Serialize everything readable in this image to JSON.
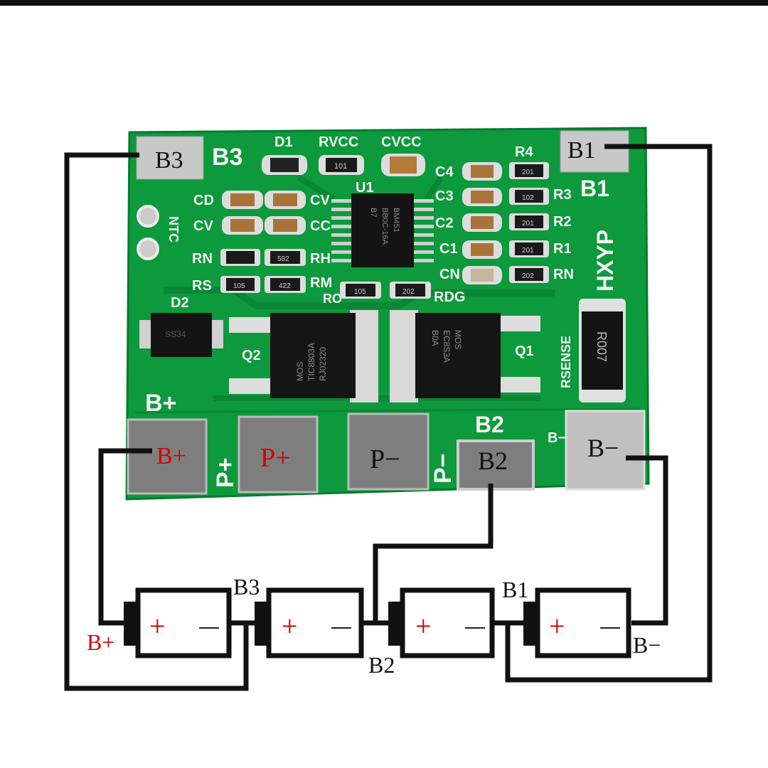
{
  "colors": {
    "pcb": "#0c9a3c",
    "pcb_dark": "#087a2f",
    "wire": "#111111",
    "plus_red": "#d40000",
    "pad": "#b9b9b9"
  },
  "pads": {
    "b3": "B3",
    "b1": "B1",
    "bplus": "B+",
    "pplus": "P+",
    "pminus": "P−",
    "b2": "B2",
    "bminus": "B−"
  },
  "silk": {
    "b3": "B3",
    "d1": "D1",
    "rvcc": "RVCC",
    "cvcc": "CVCC",
    "r4": "R4",
    "b1": "B1",
    "c4": "C4",
    "c3": "C3",
    "c2": "C2",
    "c1": "C1",
    "cn": "CN",
    "r3": "R3",
    "r2": "R2",
    "r1": "R1",
    "rn_right": "RN",
    "cd": "CD",
    "cv_left": "CV",
    "cv_mid": "CV",
    "cc": "CC",
    "rn_left": "RN",
    "rs": "RS",
    "rh": "RH",
    "rm": "RM",
    "ro": "RO",
    "rdg": "RDG",
    "ntc": "NTC",
    "u1": "U1",
    "hxyp": "HXYP",
    "d2": "D2",
    "q2": "Q2",
    "q1": "Q1",
    "rsense": "RSENSE",
    "bplus": "B+",
    "pplus": "P+",
    "pminus": "P−",
    "b2": "B2",
    "bminus": "B−"
  },
  "chip_marks": {
    "u1": [
      "BM451",
      "BB0C-16A",
      "B7"
    ],
    "q2": [
      "MOS",
      "TIC8803A",
      "RJ02320"
    ],
    "q1": [
      "MOS",
      "EC8S3A",
      "B0A"
    ],
    "rsense": "R007",
    "d2": "SS34",
    "rvcc": "101",
    "ro": "105",
    "rdg": "202",
    "rs": "105",
    "rm": "422",
    "rh": "582",
    "r4": "201",
    "r3": "102",
    "r2": "201",
    "r1": "201",
    "rn": "202"
  },
  "diagram": {
    "node_b3": "B3",
    "node_b2": "B2",
    "node_b1": "B1",
    "b_plus": "B+",
    "b_minus": "B−",
    "cell_plus": "+",
    "cell_minus": "—"
  }
}
